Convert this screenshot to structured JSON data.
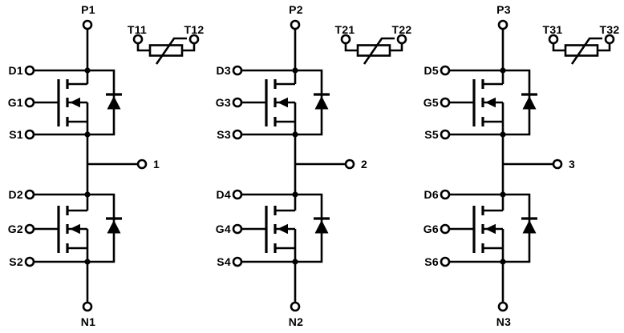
{
  "figure": {
    "description": "Three-phase MOSFET half-bridge power module schematic",
    "background_color": "#ffffff",
    "line_color": "#000000",
    "label_color": "#000000"
  },
  "circuits": [
    {
      "p_terminal": "P1",
      "n_terminal": "N1",
      "output_terminal": "1",
      "thermistor": {
        "left": "T11",
        "right": "T12"
      },
      "high_side": {
        "drain": "D1",
        "gate": "G1",
        "source": "S1"
      },
      "low_side": {
        "drain": "D2",
        "gate": "G2",
        "source": "S2"
      }
    },
    {
      "p_terminal": "P2",
      "n_terminal": "N2",
      "output_terminal": "2",
      "thermistor": {
        "left": "T21",
        "right": "T22"
      },
      "high_side": {
        "drain": "D3",
        "gate": "G3",
        "source": "S3"
      },
      "low_side": {
        "drain": "D4",
        "gate": "G4",
        "source": "S4"
      }
    },
    {
      "p_terminal": "P3",
      "n_terminal": "N3",
      "output_terminal": "3",
      "thermistor": {
        "left": "T31",
        "right": "T32"
      },
      "high_side": {
        "drain": "D5",
        "gate": "G5",
        "source": "S5"
      },
      "low_side": {
        "drain": "D6",
        "gate": "G6",
        "source": "S6"
      }
    }
  ]
}
